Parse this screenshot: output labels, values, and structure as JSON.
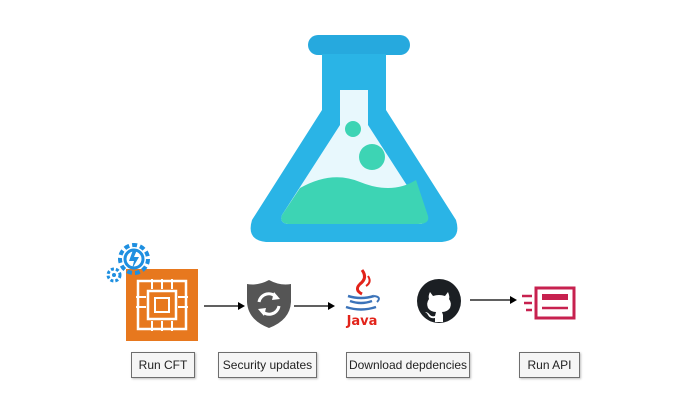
{
  "steps": {
    "run_cft": {
      "label": "Run CFT",
      "icon": "ec2-instance-icon"
    },
    "security_updates": {
      "label": "Security updates",
      "icon": "shield-refresh-icon"
    },
    "download_dependencies": {
      "label": "Download depdencies",
      "icon": "java-icon",
      "icon_text": "Java"
    },
    "github": {
      "icon": "github-icon"
    },
    "run_api": {
      "label": "Run API",
      "icon": "api-icon"
    }
  },
  "header_icon": "flask-icon",
  "colors": {
    "flask_blue": "#29B6E6",
    "flask_liquid": "#3CD3B4",
    "ec2_orange": "#E7781E",
    "gear_blue": "#1E8FE0",
    "shield_gray": "#555555",
    "java_red": "#E2231A",
    "java_blue": "#3B73B9",
    "github_black": "#1B1F23",
    "api_pink": "#C7214F"
  }
}
